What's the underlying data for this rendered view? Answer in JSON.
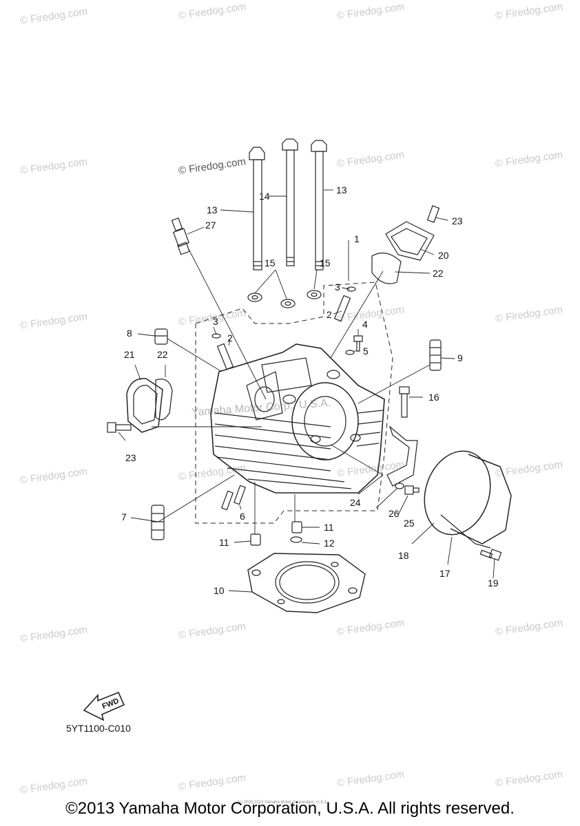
{
  "watermark": {
    "text": "© Firedog.com",
    "center_text": "Yamaha Motor Corp., U.S.A."
  },
  "diagram": {
    "part_code": "5YT1100-C010",
    "fwd_label": "FWD",
    "callouts": [
      {
        "id": "c1",
        "label": "1"
      },
      {
        "id": "c2a",
        "label": "2"
      },
      {
        "id": "c2b",
        "label": "2"
      },
      {
        "id": "c3a",
        "label": "3"
      },
      {
        "id": "c3b",
        "label": "3"
      },
      {
        "id": "c4",
        "label": "4"
      },
      {
        "id": "c5",
        "label": "5"
      },
      {
        "id": "c6",
        "label": "6"
      },
      {
        "id": "c7",
        "label": "7"
      },
      {
        "id": "c8",
        "label": "8"
      },
      {
        "id": "c9",
        "label": "9"
      },
      {
        "id": "c10",
        "label": "10"
      },
      {
        "id": "c11a",
        "label": "11"
      },
      {
        "id": "c11b",
        "label": "11"
      },
      {
        "id": "c12",
        "label": "12"
      },
      {
        "id": "c13a",
        "label": "13"
      },
      {
        "id": "c13b",
        "label": "13"
      },
      {
        "id": "c14",
        "label": "14"
      },
      {
        "id": "c15a",
        "label": "15"
      },
      {
        "id": "c15b",
        "label": "15"
      },
      {
        "id": "c16",
        "label": "16"
      },
      {
        "id": "c17",
        "label": "17"
      },
      {
        "id": "c18",
        "label": "18"
      },
      {
        "id": "c19",
        "label": "19"
      },
      {
        "id": "c20",
        "label": "20"
      },
      {
        "id": "c21",
        "label": "21"
      },
      {
        "id": "c22a",
        "label": "22"
      },
      {
        "id": "c22b",
        "label": "22"
      },
      {
        "id": "c23a",
        "label": "23"
      },
      {
        "id": "c23b",
        "label": "23"
      },
      {
        "id": "c24",
        "label": "24"
      },
      {
        "id": "c25",
        "label": "25"
      },
      {
        "id": "c26",
        "label": "26"
      },
      {
        "id": "c27",
        "label": "27"
      }
    ]
  },
  "footer": {
    "copyright": "©2013 Yamaha Motor Corporation, U.S.A. All rights reserved.",
    "fine_print": "(c) 2000-2013 Yamaha Motor Corporation, U.S.A."
  }
}
